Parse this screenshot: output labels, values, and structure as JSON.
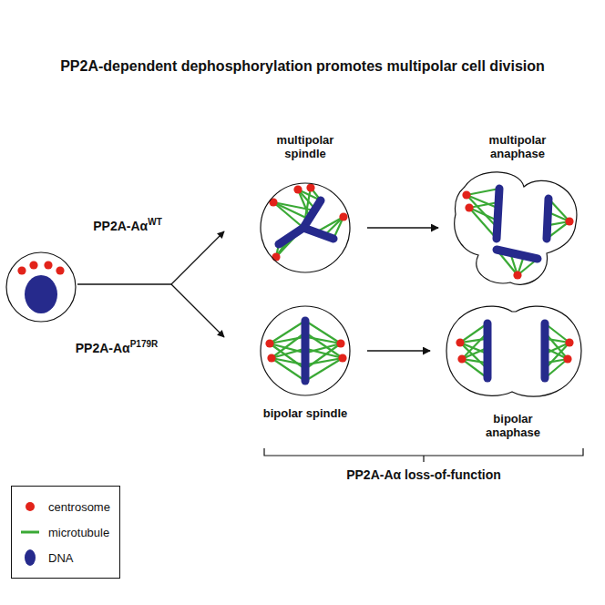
{
  "diagram": {
    "title": "PP2A-dependent dephosphorylation promotes multipolar cell division",
    "nodes": [
      {
        "text": [
          "multipolar spindle"
        ]
      },
      {
        "text": [
          "multipolar anaphase"
        ]
      },
      {
        "text": [
          "bipolar spindle"
        ]
      },
      {
        "text": [
          "bipolar anaphase"
        ]
      }
    ],
    "edges": [
      {
        "from": 0,
        "to": 1,
        "arrow": "to"
      },
      {
        "from": 2,
        "to": 3,
        "arrow": "to"
      }
    ],
    "labels": [
      "PP2A-Aα",
      "WT",
      "PP2A-Aα",
      "P179R",
      "PP2A-Aα loss-of-function"
    ],
    "legend": [
      {
        "text": "centrosome",
        "color": "#e2231a"
      },
      {
        "text": "microtubule",
        "color": "#3aa935"
      },
      {
        "text": "DNA",
        "color": "#262a8c"
      }
    ]
  }
}
